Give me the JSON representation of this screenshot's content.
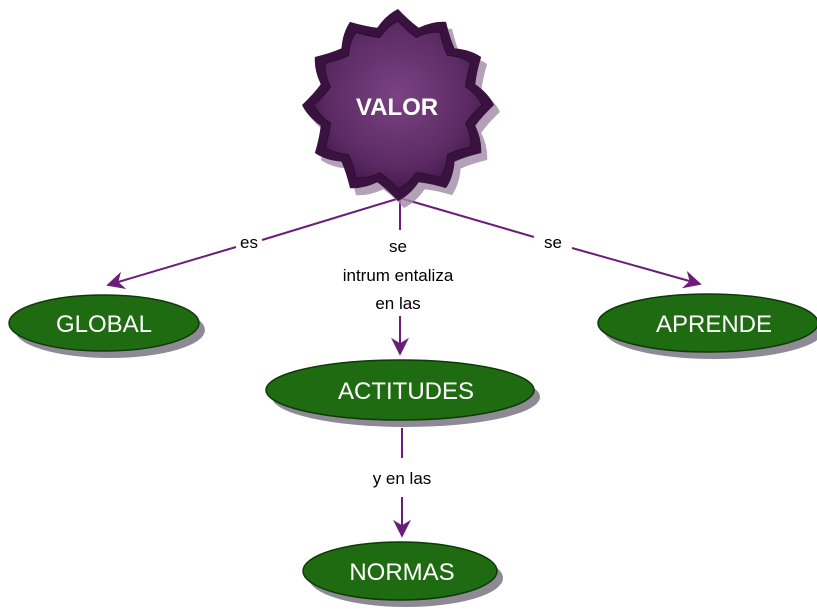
{
  "colors": {
    "link": "#6b1d7a",
    "node_fill": "#1f6b12",
    "node_border": "#0e3a07",
    "node_shadow": "#8d8a96",
    "root_fill": "#5b2a63",
    "root_rim": "#3a1240",
    "root_shadow": "#a08aa6"
  },
  "root": {
    "label": "VALOR"
  },
  "nodes": {
    "global": "GLOBAL",
    "actitudes": "ACTITUDES",
    "aprende": "APRENDE",
    "normas": "NORMAS"
  },
  "links": {
    "valor_global": "es",
    "valor_actitudes": [
      "se",
      "intrum entaliza",
      "en las"
    ],
    "valor_aprende": "se",
    "actitudes_normas": "y en las"
  }
}
